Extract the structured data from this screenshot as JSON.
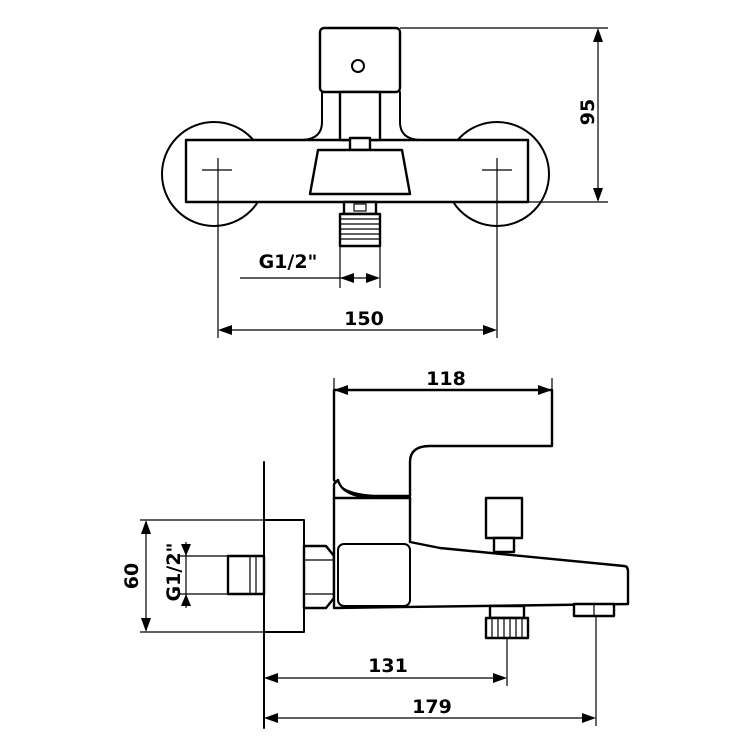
{
  "front_view": {
    "dim_height": "95",
    "dim_thread": "G1/2\"",
    "dim_width": "150"
  },
  "side_view": {
    "dim_lever": "118",
    "dim_wall_height": "60",
    "dim_thread": "G1/2\"",
    "dim_outlet": "131",
    "dim_spout": "179"
  }
}
